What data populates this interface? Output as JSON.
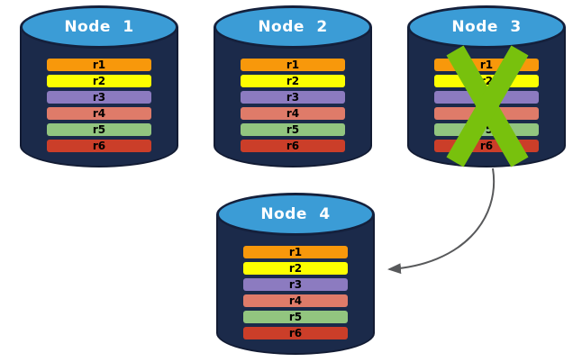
{
  "colors": {
    "background": "#FFFFFF",
    "cylinder_body": "#1B2A4A",
    "cylinder_outline": "#14203C",
    "cylinder_top": "#3B9CD6",
    "title_text": "#FFFFFF",
    "row_label_text": "#000000",
    "failure_x": "#78C10D",
    "arrow": "#58595B"
  },
  "nodes": [
    {
      "title": "Node 1",
      "failed": false,
      "rows": [
        {
          "label": "r1",
          "color": "#F8980B"
        },
        {
          "label": "r2",
          "color": "#FDFF00"
        },
        {
          "label": "r3",
          "color": "#8C7BC0"
        },
        {
          "label": "r4",
          "color": "#DF7B69"
        },
        {
          "label": "r5",
          "color": "#92C57F"
        },
        {
          "label": "r6",
          "color": "#CB3E29"
        }
      ]
    },
    {
      "title": "Node 2",
      "failed": false,
      "rows": [
        {
          "label": "r1",
          "color": "#F8980B"
        },
        {
          "label": "r2",
          "color": "#FDFF00"
        },
        {
          "label": "r3",
          "color": "#8C7BC0"
        },
        {
          "label": "r4",
          "color": "#DF7B69"
        },
        {
          "label": "r5",
          "color": "#92C57F"
        },
        {
          "label": "r6",
          "color": "#CB3E29"
        }
      ]
    },
    {
      "title": "Node 3",
      "failed": true,
      "rows": [
        {
          "label": "r1",
          "color": "#F8980B"
        },
        {
          "label": "r2",
          "color": "#FDFF00"
        },
        {
          "label": "r3",
          "color": "#8C7BC0"
        },
        {
          "label": "r4",
          "color": "#DF7B69"
        },
        {
          "label": "r5",
          "color": "#92C57F"
        },
        {
          "label": "r6",
          "color": "#CB3E29"
        }
      ]
    },
    {
      "title": "Node 4",
      "failed": false,
      "rows": [
        {
          "label": "r1",
          "color": "#F8980B"
        },
        {
          "label": "r2",
          "color": "#FDFF00"
        },
        {
          "label": "r3",
          "color": "#8C7BC0"
        },
        {
          "label": "r4",
          "color": "#DF7B69"
        },
        {
          "label": "r5",
          "color": "#92C57F"
        },
        {
          "label": "r6",
          "color": "#CB3E29"
        }
      ]
    }
  ]
}
